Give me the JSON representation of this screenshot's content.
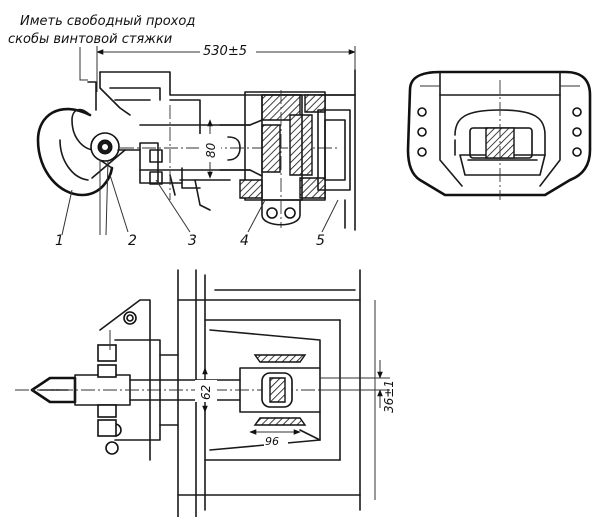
{
  "note": {
    "line1": "Иметь свободный проход",
    "line2": "скобы винтовой стяжки"
  },
  "dimensions": {
    "length": "530±5",
    "height_top": "80",
    "height_bottom": "62",
    "offset": "36±1",
    "width": "96"
  },
  "callouts": [
    "1",
    "2",
    "3",
    "4",
    "5"
  ]
}
